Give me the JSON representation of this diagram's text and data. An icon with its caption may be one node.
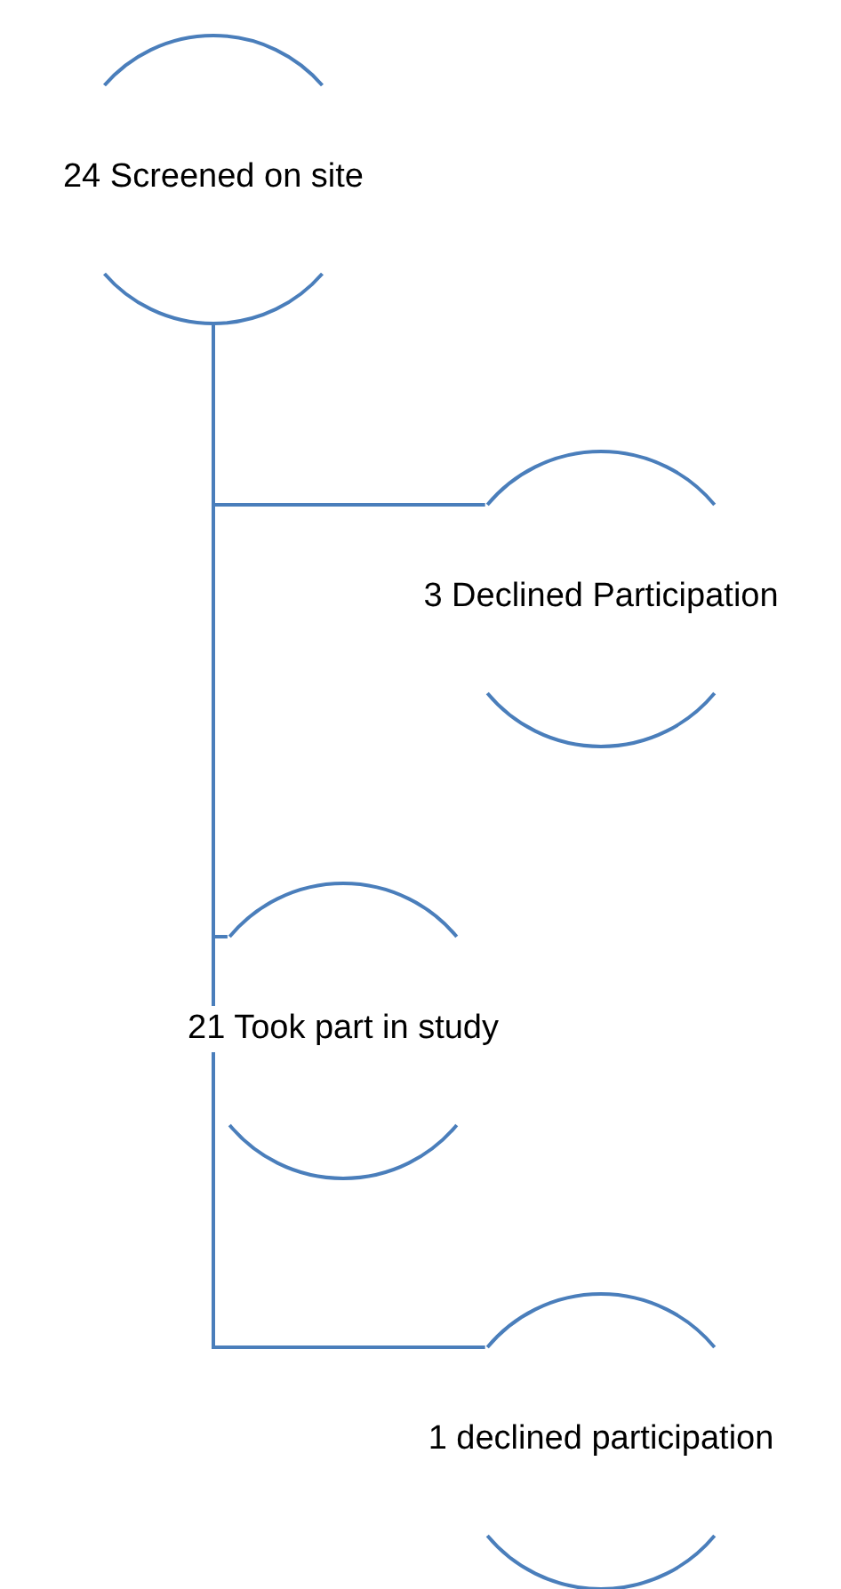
{
  "diagram": {
    "nodes": [
      {
        "text": [
          "24 Screened on site"
        ]
      },
      {
        "text": [
          "3 Declined Participation"
        ]
      },
      {
        "text": [
          "21 Took part in study"
        ]
      },
      {
        "text": [
          "1 declined participation"
        ]
      }
    ],
    "edges": [
      {
        "from": 0,
        "to": 1,
        "arrow": "none"
      },
      {
        "from": 0,
        "to": 2,
        "arrow": "none"
      },
      {
        "from": 2,
        "to": 3,
        "arrow": "none"
      }
    ]
  }
}
